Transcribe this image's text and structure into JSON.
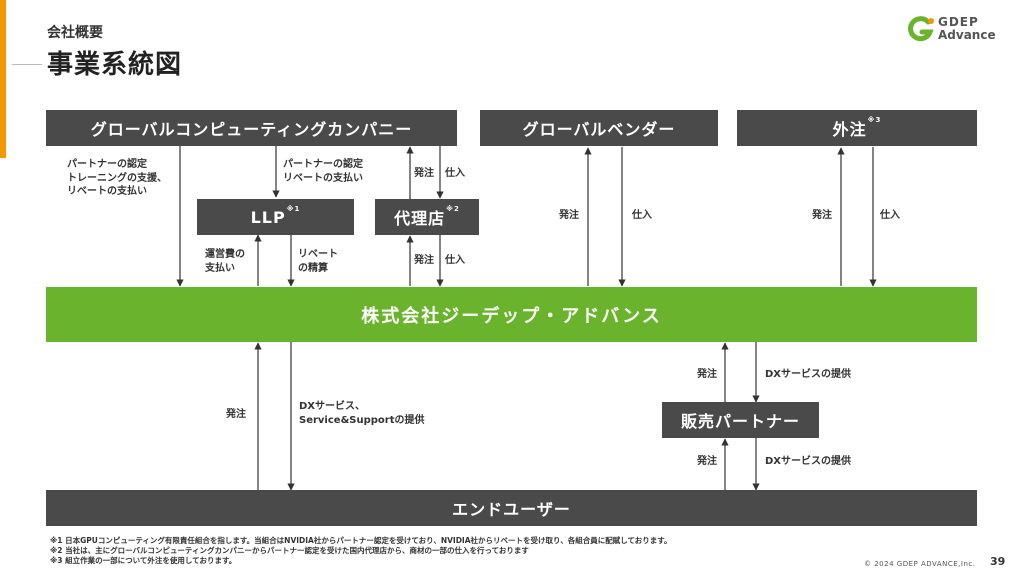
{
  "header": {
    "section": "会社概要",
    "title": "事業系統図"
  },
  "logo": {
    "line1": "GDEP",
    "line2": "Advance",
    "colors": {
      "green": "#6ab42d",
      "orange": "#f39800"
    }
  },
  "nodes": {
    "global_computing": "グローバルコンピューティングカンパニー",
    "global_vendor": "グローバルベンダー",
    "outsourcing": {
      "label": "外注",
      "note": "※3"
    },
    "llp": {
      "label": "LLP",
      "note": "※1"
    },
    "agency": {
      "label": "代理店",
      "note": "※2"
    },
    "company": "株式会社ジーデップ・アドバンス",
    "sales_partner": "販売パートナー",
    "end_user": "エンドユーザー"
  },
  "labels": {
    "gc_partner_support": [
      "パートナーの認定",
      "トレーニングの支援、",
      "リベートの支払い"
    ],
    "gc_llp": [
      "パートナーの認定",
      "リベートの支払い"
    ],
    "agency_up_order": "発注",
    "agency_up_purchase": "仕入",
    "llp_operating": [
      "運営費の",
      "支払い"
    ],
    "llp_rebate": [
      "リベート",
      "の精算"
    ],
    "agency_down_order": "発注",
    "agency_down_purchase": "仕入",
    "vendor_order": "発注",
    "vendor_purchase": "仕入",
    "outs_order": "発注",
    "outs_purchase": "仕入",
    "eu_order": "発注",
    "eu_service": [
      "DXサービス、",
      "Service&Supportの提供"
    ],
    "sp_up_order": "発注",
    "sp_up_service": "DXサービスの提供",
    "sp_down_order": "発注",
    "sp_down_service": "DXサービスの提供"
  },
  "notes": [
    "※1 日本GPUコンピューティング有限責任組合を指します。当組合はNVIDIA社からパートナー認定を受けており、NVIDIA社からリベートを受け取り、各組合員に配賦しております。",
    "※2 当社は、主にグローバルコンピューティングカンパニーからパートナー認定を受けた国内代理店から、商材の一部の仕入を行っております",
    "※3 組立作業の一部について外注を使用しております。"
  ],
  "footer": {
    "copyright": "© 2024 GDEP ADVANCE,Inc.",
    "page": "39"
  },
  "colors": {
    "box": "#4a4a4a",
    "company": "#6ab42d",
    "accent": "#f39800"
  }
}
